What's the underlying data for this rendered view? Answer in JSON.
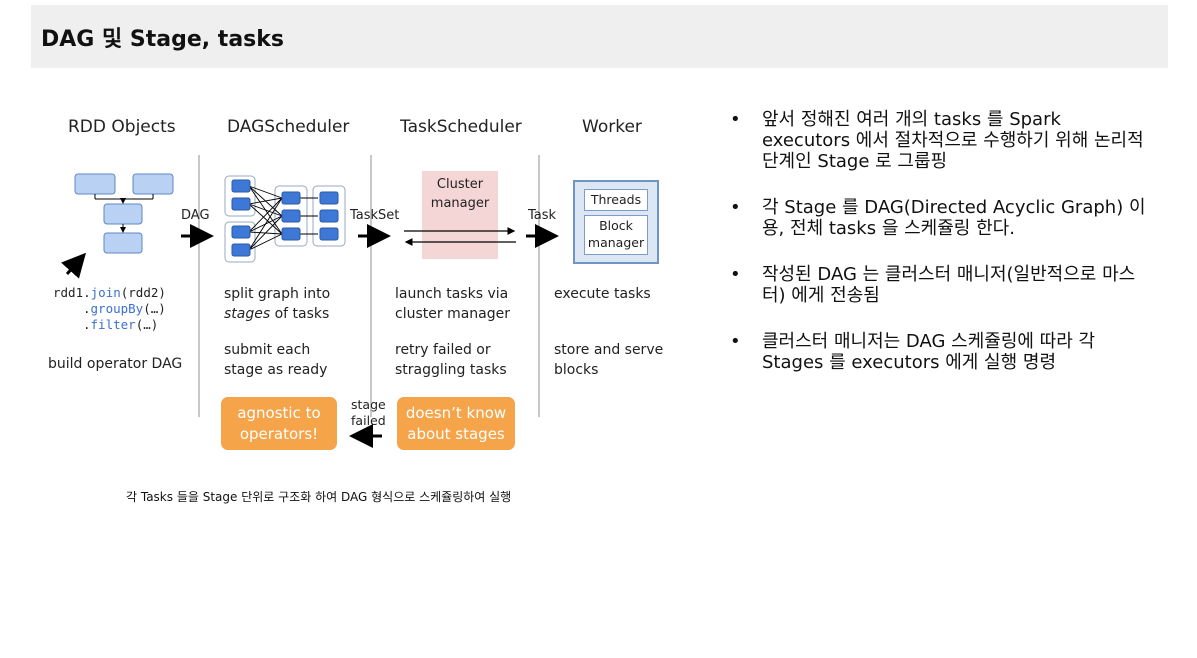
{
  "title": "DAG 및 Stage, tasks",
  "columns": {
    "rdd": "RDD Objects",
    "dag": "DAGScheduler",
    "task": "TaskScheduler",
    "worker": "Worker"
  },
  "flow_labels": {
    "dag": "DAG",
    "taskset": "TaskSet",
    "task": "Task",
    "stage_failed_1": "stage",
    "stage_failed_2": "failed"
  },
  "code": {
    "line1_a": "rdd1.",
    "line1_b": "join",
    "line1_c": "(rdd2)",
    "line2_a": ".",
    "line2_b": "groupBy",
    "line2_c": "(…)",
    "line3_a": ".",
    "line3_b": "filter",
    "line3_c": "(…)"
  },
  "rdd_desc": "build operator DAG",
  "dag_desc": {
    "l1": "split graph into",
    "l2_i": "stages",
    "l2_r": " of tasks",
    "l3": "submit each",
    "l4": "stage as ready"
  },
  "task_desc": {
    "l1": "launch tasks via",
    "l2": "cluster manager",
    "l3": "retry failed or",
    "l4": "straggling tasks"
  },
  "worker_desc": {
    "l1": "execute tasks",
    "l2": "store and serve",
    "l3": "blocks"
  },
  "cluster_manager": {
    "l1": "Cluster",
    "l2": "manager"
  },
  "worker_box": {
    "threads": "Threads",
    "block1": "Block",
    "block2": "manager"
  },
  "orange_boxes": {
    "agnostic1": "agnostic to",
    "agnostic2": "operators!",
    "doesnt1": "doesn’t know",
    "doesnt2": "about stages"
  },
  "bullets": [
    "앞서 정해진 여러 개의 tasks 를 Spark executors 에서 절차적으로 수행하기 위해 논리적 단계인 Stage 로 그룹핑",
    "각 Stage 를 DAG(Directed Acyclic Graph) 이용, 전체 tasks 을 스케쥴링 한다.",
    "작성된 DAG 는 클러스터 매니저(일반적으로 마스터) 에게 전송됨",
    "클러스터 매니저는 DAG 스케쥴링에 따라 각 Stages 를 executors 에게 실행 명령"
  ],
  "bullet_glyph": "•",
  "caption": "각 Tasks 들을 Stage 단위로 구조화 하여 DAG 형식으로 스케쥴링하여 실행",
  "colors": {
    "node_fill": "#b9d2f3",
    "node_stroke": "#5f86c4",
    "orange": "#f5a44a",
    "cluster": "#f4d6d6"
  }
}
